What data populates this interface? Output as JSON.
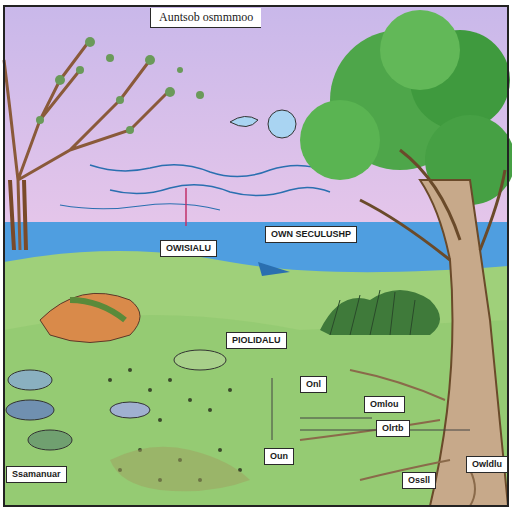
{
  "diagram": {
    "title": "Auntsob osmmmoo",
    "nodes": [
      {
        "text": [
          "OWISIALU"
        ]
      },
      {
        "text": [
          "OWN SECULUSHP"
        ]
      },
      {
        "text": [
          "PIOLIDALU"
        ]
      },
      {
        "text": [
          "Onl"
        ]
      },
      {
        "text": [
          "Omlou"
        ]
      },
      {
        "text": [
          "Olrtb"
        ]
      },
      {
        "text": [
          "Oun"
        ]
      },
      {
        "text": [
          "Owldlu"
        ]
      },
      {
        "text": [
          "Ossll"
        ]
      },
      {
        "text": [
          "Ssamanuar"
        ]
      }
    ]
  }
}
